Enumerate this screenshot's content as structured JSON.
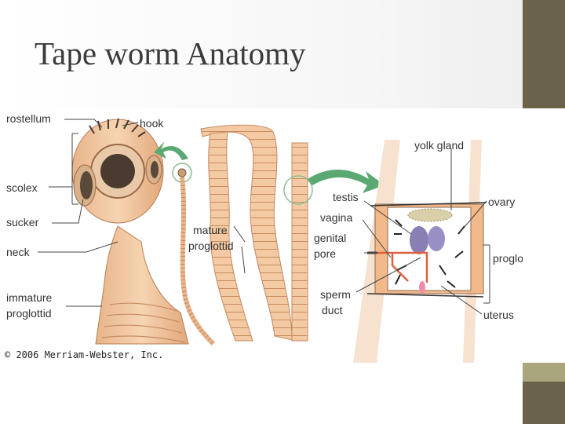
{
  "slide": {
    "title": "Tape worm Anatomy",
    "colors": {
      "accent_dark": "#6b6349",
      "accent_light": "#a9a67d",
      "worm": "#f0c8a0",
      "arrow": "#5aa872"
    }
  },
  "figure": {
    "labels_left": [
      "rostellum",
      "hook",
      "scolex",
      "sucker",
      "neck",
      "immature",
      "proglottid"
    ],
    "labels_mid": [
      "mature",
      "proglottid"
    ],
    "labels_right": [
      "yolk gland",
      "testis",
      "vagina",
      "genital",
      "pore",
      "sperm",
      "duct",
      "ovary",
      "proglottid",
      "uterus"
    ],
    "copyright": "© 2006 Merriam-Webster, Inc."
  }
}
